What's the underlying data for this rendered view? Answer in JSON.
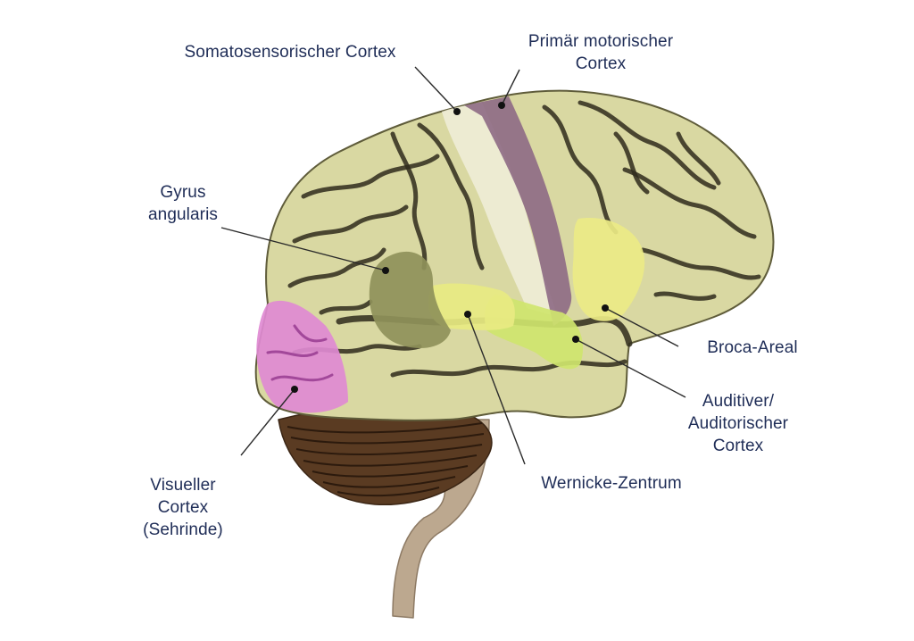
{
  "colors": {
    "label_text": "#1f2d57",
    "leader_line": "#2b2b2b",
    "brain_fill": "#d9d8a2",
    "brain_outline": "#5f5c3a",
    "sulcus": "#2f2b1c",
    "somatosensory": "#efedd6",
    "motor": "#8f6d86",
    "broca": "#ecea86",
    "auditory": "#cfe56e",
    "wernicke": "#e8ea82",
    "angular": "#8f915a",
    "visual": "#e08ad2",
    "cerebellum": "#5a3b22",
    "brainstem": "#bca88f"
  },
  "labels": {
    "somatosensory": [
      "Somatosensorischer Cortex"
    ],
    "motor": [
      "Primär motorischer",
      "Cortex"
    ],
    "angular": [
      "Gyrus",
      "angularis"
    ],
    "broca": [
      "Broca-Areal"
    ],
    "auditory": [
      "Auditiver/",
      "Auditorischer",
      "Cortex"
    ],
    "wernicke": [
      "Wernicke-Zentrum"
    ],
    "visual": [
      "Visueller",
      "Cortex",
      "(Sehrinde)"
    ]
  }
}
